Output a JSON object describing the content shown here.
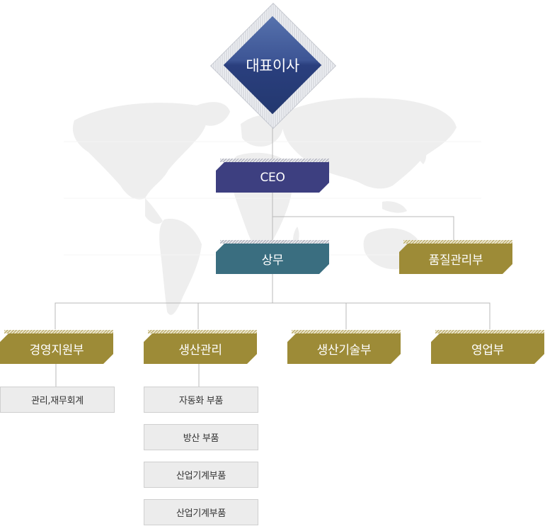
{
  "org": {
    "root": "대표이사",
    "ceo": "CEO",
    "executive": "상무",
    "quality": "품질관리부",
    "departments": [
      "경영지원부",
      "생산관리",
      "생산기술부",
      "영업부"
    ],
    "management_subs": [
      "관리,재무회계"
    ],
    "production_subs": [
      "자동화 부품",
      "방산 부품",
      "산업기계부품",
      "산업기계부품"
    ]
  },
  "colors": {
    "navy": "#3d3f80",
    "teal": "#3a6e80",
    "olive": "#9d8b37",
    "diamond": "#2a3f7e"
  }
}
